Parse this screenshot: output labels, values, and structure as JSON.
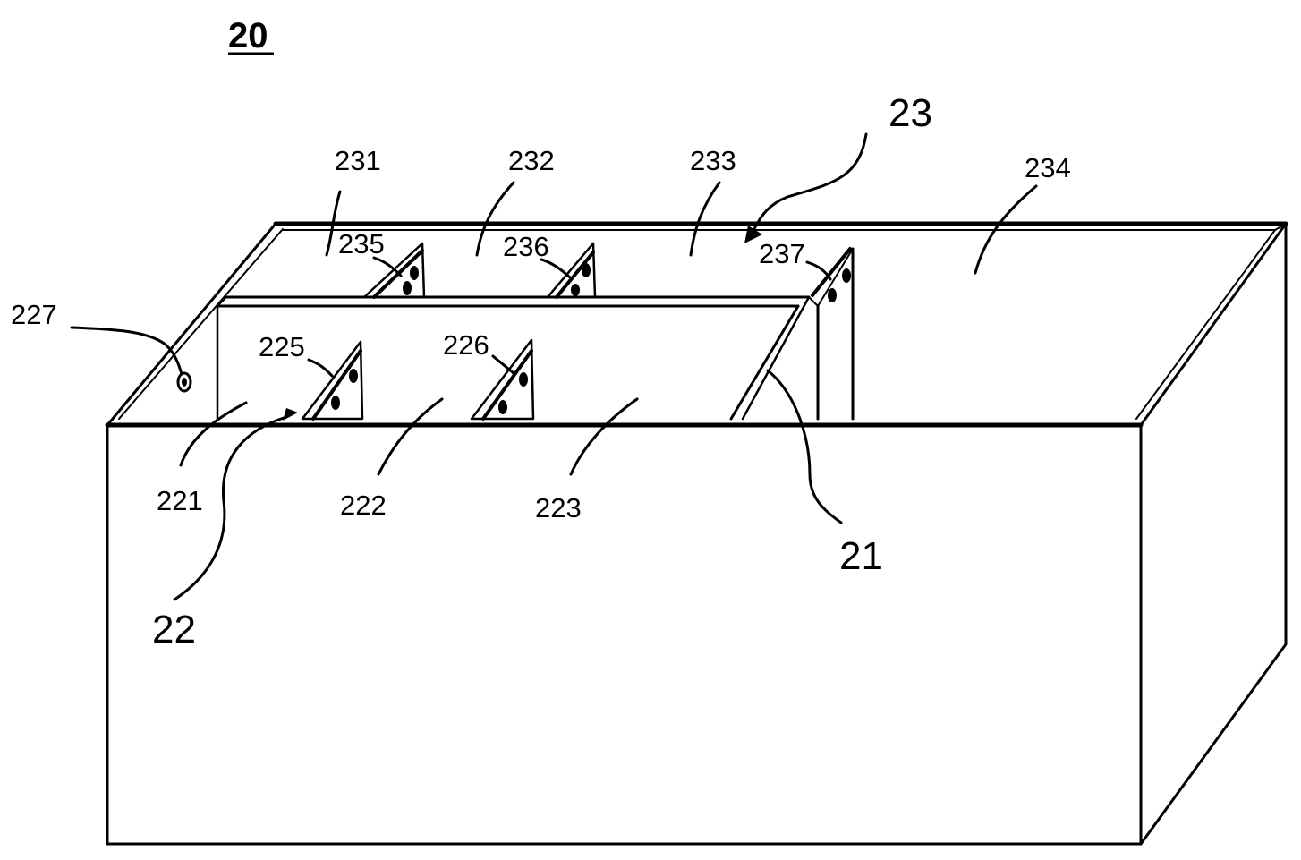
{
  "figure_number": "20",
  "labels": {
    "l23": "23",
    "l231": "231",
    "l232": "232",
    "l233": "233",
    "l234": "234",
    "l235": "235",
    "l236": "236",
    "l237": "237",
    "l227": "227",
    "l225": "225",
    "l226": "226",
    "l221": "221",
    "l222": "222",
    "l223": "223",
    "l21": "21",
    "l22": "22"
  }
}
